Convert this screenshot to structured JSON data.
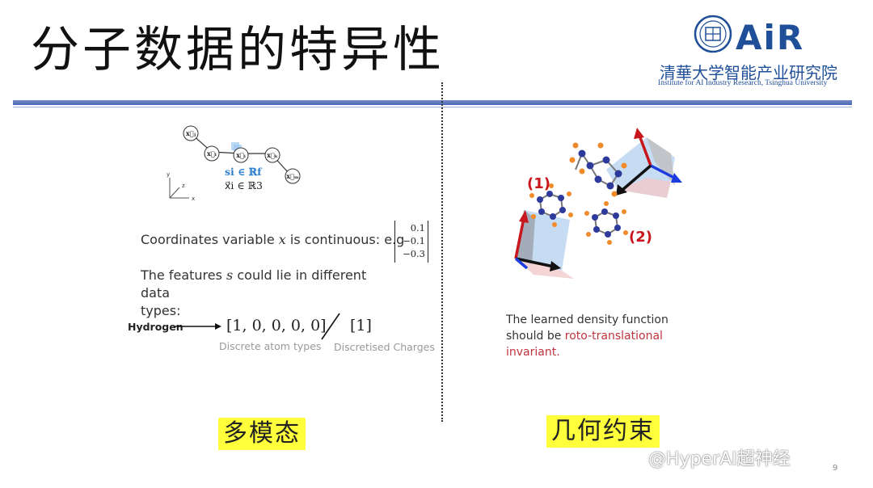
{
  "slide": {
    "title": "分子数据的特异性",
    "page_number": "9"
  },
  "logo": {
    "brand": "AiR",
    "org_cn": "清華大学智能产业研究院",
    "org_en": "Institute for AI Industry Research, Tsinghua University"
  },
  "left": {
    "graph": {
      "nodes": [
        "x⃗j",
        "x⃗l",
        "x⃗i",
        "x⃗k",
        "x⃗m"
      ],
      "feature_formula": "si ∈ ℝf",
      "coord_formula": "x⃗i ∈ ℝ3",
      "axes": [
        "y",
        "z",
        "x"
      ]
    },
    "coords_text": "Coordinates variable",
    "coords_var": "x",
    "coords_text2": "is continuous: e.g",
    "coords_example": [
      "0.1",
      "−0.1",
      "−0.3"
    ],
    "features_text1": "The features",
    "features_var": "s",
    "features_text2": "could lie in different data",
    "features_text3": "types:",
    "hydrogen_label": "Hydrogen",
    "onehot": "[1, 0, 0, 0, 0]",
    "charge": "[1]",
    "onehot_caption": "Discrete atom types",
    "charge_caption": "Discretised Charges",
    "tag": "多模态"
  },
  "right": {
    "label_1": "(1)",
    "label_2": "(2)",
    "text_line1": "The learned density function",
    "text_line2_a": "should be ",
    "text_line2_b": "roto-translational",
    "text_line3": "invariant.",
    "tag": "几何约束"
  },
  "watermark": "@HyperAI超神经",
  "colors": {
    "accent_blue": "#4d68b6",
    "highlight": "#ffff3c",
    "red": "#c0343f"
  }
}
